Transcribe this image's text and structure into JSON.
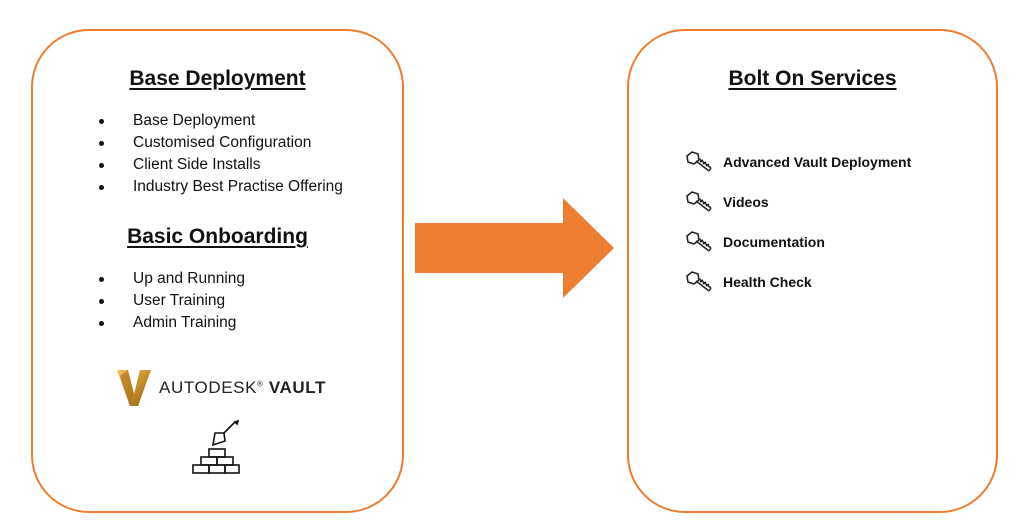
{
  "left": {
    "base_title": "Base Deployment",
    "base_items": [
      "Base Deployment",
      "Customised Configuration",
      "Client Side Installs",
      "Industry Best Practise Offering"
    ],
    "onboarding_title": "Basic Onboarding",
    "onboarding_items": [
      "Up and Running",
      "User Training",
      "Admin Training"
    ],
    "logo": {
      "brand": "AUTODESK",
      "product": "VAULT",
      "mark": "®"
    }
  },
  "right": {
    "title": "Bolt On Services",
    "services": [
      "Advanced Vault Deployment",
      "Videos",
      "Documentation",
      "Health Check"
    ]
  },
  "colors": {
    "accent": "#ed7d31",
    "logo_gold": "#c8922a"
  },
  "icons": {
    "service_item": "bolt-icon",
    "builder": "brick-wall-trowel-icon",
    "connector": "right-arrow"
  }
}
